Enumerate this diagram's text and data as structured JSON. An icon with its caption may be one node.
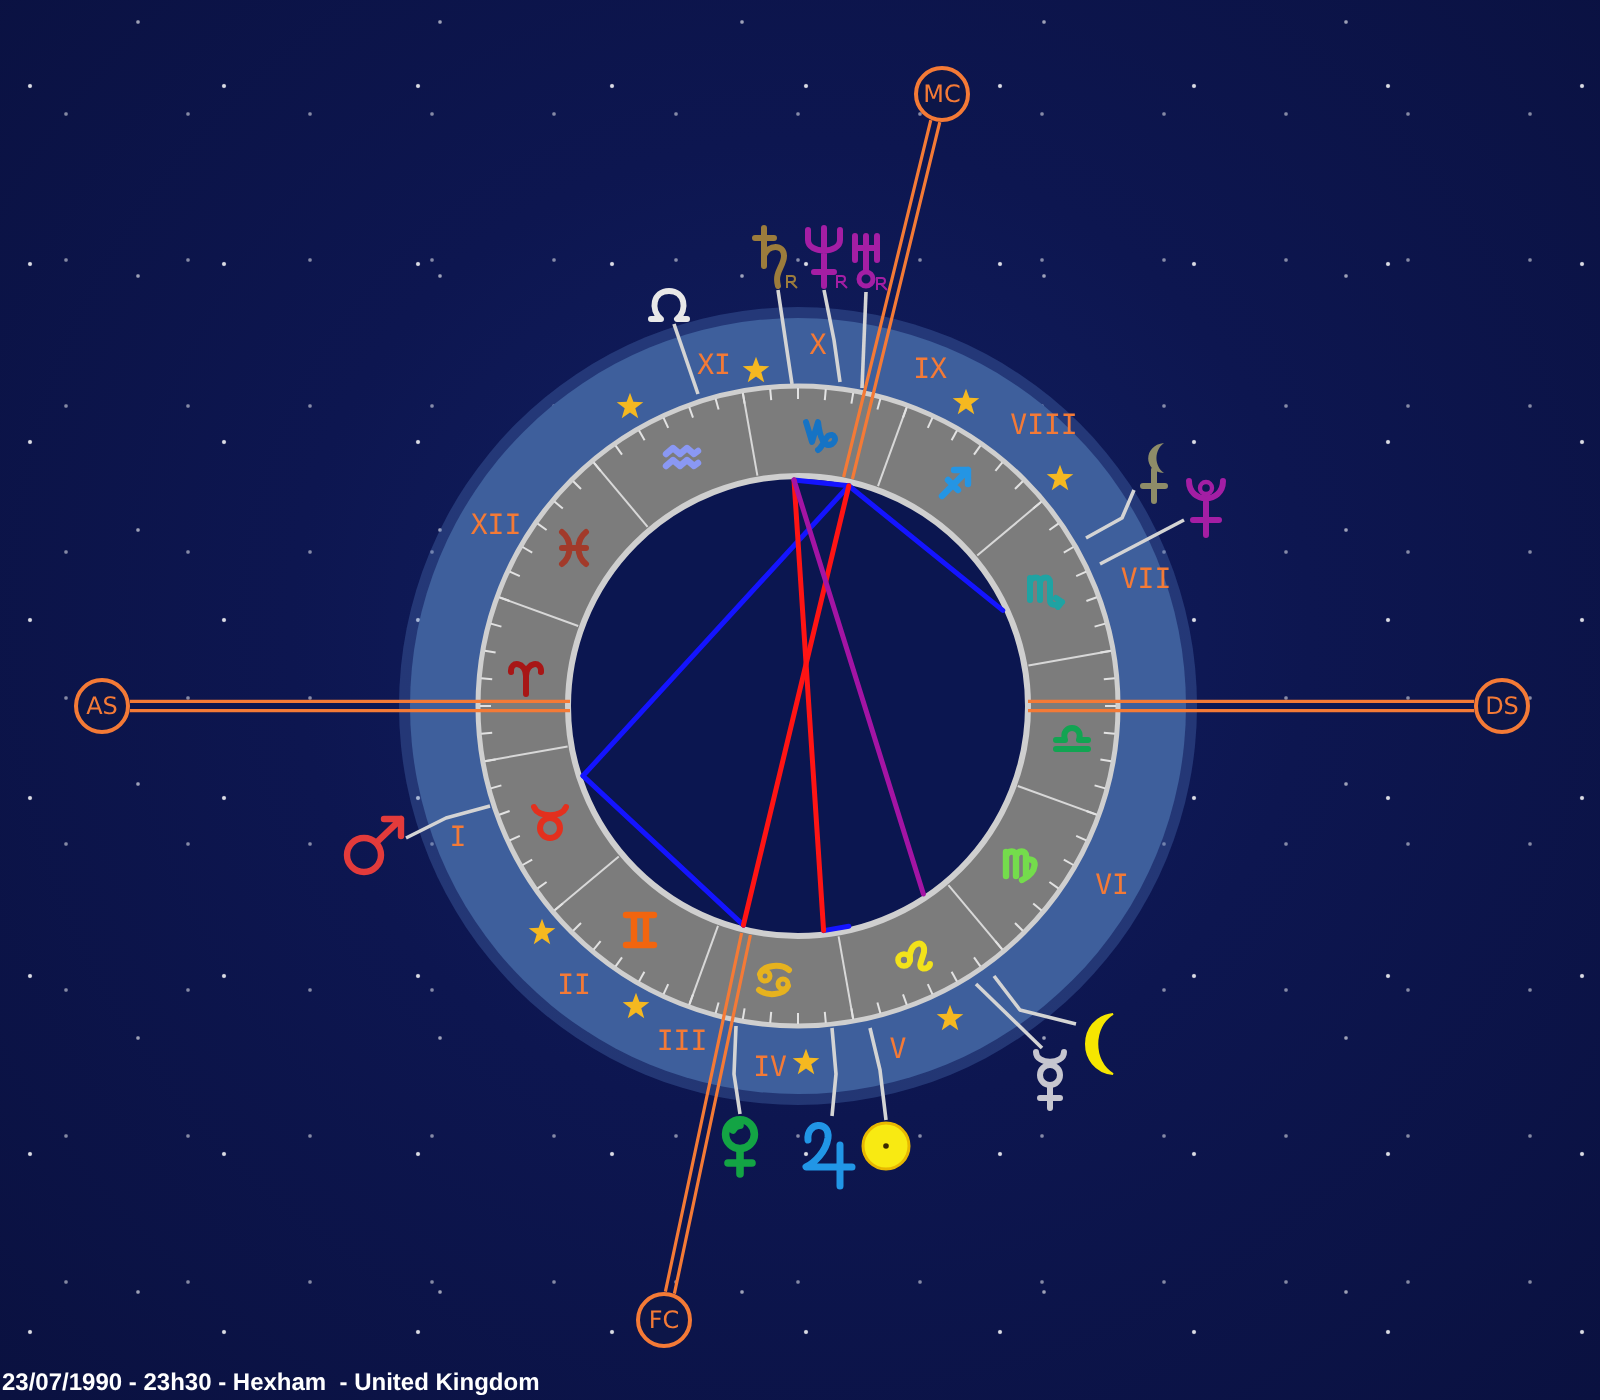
{
  "diagram": {
    "caption": "23/07/1990 - 23h30 - Hexham  - United Kingdom",
    "nodes": [
      {
        "text": [
          "MC"
        ]
      },
      {
        "text": [],
        "shape": "picture"
      },
      {
        "text": [],
        "shape": "picture"
      },
      {
        "text": [],
        "shape": "picture"
      },
      {
        "text": [],
        "shape": "picture"
      },
      {
        "text": [],
        "shape": "picture"
      },
      {
        "text": [],
        "shape": "picture"
      },
      {
        "text": [
          "AS"
        ]
      },
      {
        "text": [
          "DS"
        ]
      },
      {
        "text": [],
        "shape": "picture"
      },
      {
        "text": [],
        "shape": "picture"
      },
      {
        "text": [],
        "shape": "picture"
      },
      {
        "text": [],
        "shape": "picture"
      },
      {
        "text": [],
        "shape": "picture"
      },
      {
        "text": [],
        "shape": "picture"
      },
      {
        "text": [
          "FC"
        ]
      }
    ],
    "edges": [
      {
        "from": 0,
        "to": null,
        "arrow": "none",
        "color": "#f47a36"
      },
      {
        "from": 1,
        "to": null,
        "arrow": "none"
      },
      {
        "from": 2,
        "to": null,
        "arrow": "none"
      },
      {
        "from": 3,
        "to": null,
        "arrow": "none"
      },
      {
        "from": 4,
        "to": null,
        "arrow": "none"
      },
      {
        "from": 5,
        "to": null,
        "arrow": "none"
      },
      {
        "from": 6,
        "to": null,
        "arrow": "none"
      },
      {
        "from": 7,
        "to": null,
        "arrow": "none",
        "color": "#f47a36"
      },
      {
        "from": 8,
        "to": null,
        "arrow": "none",
        "color": "#f47a36"
      },
      {
        "from": 9,
        "to": null,
        "arrow": "none"
      },
      {
        "from": 10,
        "to": null,
        "arrow": "none"
      },
      {
        "from": 11,
        "to": null,
        "arrow": "none"
      },
      {
        "from": 12,
        "to": null,
        "arrow": "none"
      },
      {
        "from": 13,
        "to": null,
        "arrow": "none"
      },
      {
        "from": 14,
        "to": null,
        "arrow": "none"
      },
      {
        "from": 15,
        "to": null,
        "arrow": "none",
        "color": "#f47a36"
      }
    ],
    "labels": [
      "X",
      "XI",
      "IX",
      "VIII",
      "XII",
      "VII",
      "I",
      "VI",
      "II",
      "III",
      "V",
      "IV"
    ]
  }
}
